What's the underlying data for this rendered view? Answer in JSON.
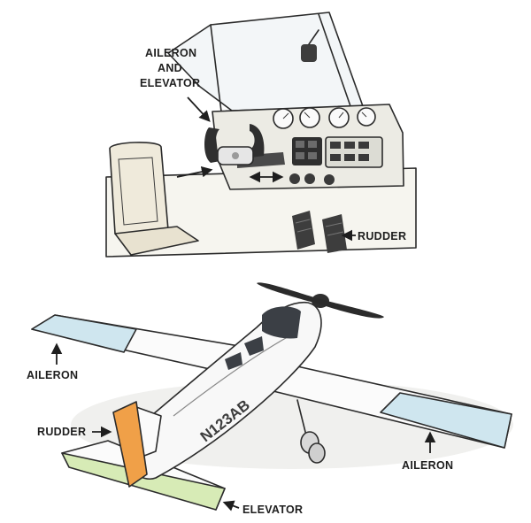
{
  "cockpit": {
    "label_yoke_line1": "AILERON",
    "label_yoke_line2": "AND",
    "label_yoke_line3": "ELEVATOR",
    "label_pedals": "RUDDER"
  },
  "airplane": {
    "label_left_aileron": "AILERON",
    "label_rudder": "RUDDER",
    "label_right_aileron": "AILERON",
    "label_elevator": "ELEVATOR",
    "registration": "N123AB"
  },
  "colors": {
    "aileron": "#cfe6ef",
    "rudder": "#f0a048",
    "elevator": "#d7ebb6",
    "ink": "#2b2b2b",
    "cockpit_panel": "#ecebe4",
    "seat": "#efeadb"
  }
}
